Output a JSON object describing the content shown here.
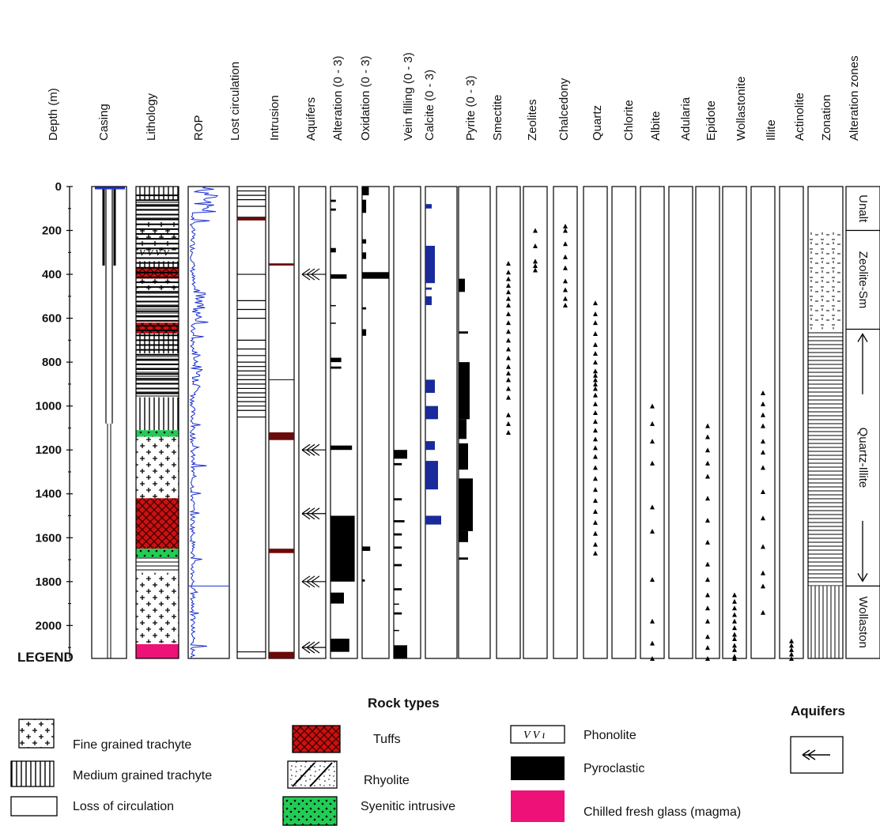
{
  "columns": [
    {
      "id": "depth",
      "label": "Depth (m)"
    },
    {
      "id": "casing",
      "label": "Casing"
    },
    {
      "id": "lithology",
      "label": "Lithology"
    },
    {
      "id": "rop",
      "label": "ROP"
    },
    {
      "id": "lost_circulation",
      "label": "Lost circulation"
    },
    {
      "id": "intrusion",
      "label": "Intrusion"
    },
    {
      "id": "aquifers",
      "label": "Aquifers"
    },
    {
      "id": "alteration",
      "label": "Alteration (0 - 3)"
    },
    {
      "id": "oxidation",
      "label": "Oxidation (0 - 3)"
    },
    {
      "id": "vein_filling",
      "label": "Vein filling (0 - 3)"
    },
    {
      "id": "calcite",
      "label": "Calcite (0 - 3)"
    },
    {
      "id": "pyrite",
      "label": "Pyrite (0 - 3)"
    },
    {
      "id": "smectite",
      "label": "Smectite"
    },
    {
      "id": "zeolites",
      "label": "Zeolites"
    },
    {
      "id": "chalcedony",
      "label": "Chalcedony"
    },
    {
      "id": "quartz",
      "label": "Quartz"
    },
    {
      "id": "chlorite",
      "label": "Chlorite"
    },
    {
      "id": "albite",
      "label": "Albite"
    },
    {
      "id": "adularia",
      "label": "Adularia"
    },
    {
      "id": "epidote",
      "label": "Epidote"
    },
    {
      "id": "wollastonite",
      "label": "Wollastonite"
    },
    {
      "id": "illite",
      "label": "Illite"
    },
    {
      "id": "actinolite",
      "label": "Actinolite"
    },
    {
      "id": "zonation",
      "label": "Zonation"
    },
    {
      "id": "alteration_zones",
      "label": "Alteration zones"
    }
  ],
  "depth_axis": {
    "min": 0,
    "max": 2150,
    "unit": "m",
    "ticks": [
      "0",
      "200",
      "400",
      "600",
      "800",
      "1000",
      "1200",
      "1400",
      "1600",
      "1800",
      "2000"
    ]
  },
  "alteration_zones": [
    {
      "label": "Unalt",
      "from": 0,
      "to": 200
    },
    {
      "label": "Zeolite-Sm",
      "from": 200,
      "to": 650
    },
    {
      "label": "Quartz-Illite",
      "from": 650,
      "to": 1820
    },
    {
      "label": "Wollaston",
      "from": 1820,
      "to": 2150
    }
  ],
  "minerals": {
    "smectite": [
      350,
      390,
      420,
      450,
      480,
      510,
      540,
      580,
      620,
      660,
      700,
      740,
      780,
      820,
      850,
      880,
      920,
      960,
      1040,
      1080,
      1120
    ],
    "zeolites": [
      200,
      270,
      340,
      360,
      380
    ],
    "chalcedony": [
      180,
      200,
      260,
      320,
      370,
      430,
      470,
      510,
      540
    ],
    "quartz": [
      530,
      580,
      620,
      670,
      720,
      760,
      800,
      840,
      860,
      880,
      900,
      920,
      950,
      990,
      1030,
      1070,
      1110,
      1150,
      1190,
      1230,
      1280,
      1330,
      1380,
      1430,
      1480,
      1530,
      1580,
      1630,
      1670
    ],
    "albite": [
      1000,
      1080,
      1160,
      1260,
      1460,
      1570,
      1790,
      1980,
      2080,
      2150
    ],
    "epidote": [
      1090,
      1140,
      1200,
      1260,
      1320,
      1420,
      1520,
      1620,
      1720,
      1790,
      1860,
      1920,
      1980,
      2050,
      2100,
      2150
    ],
    "wollastonite": [
      1860,
      1890,
      1920,
      1950,
      1980,
      2010,
      2040,
      2060,
      2090,
      2110,
      2140,
      2150
    ],
    "illite": [
      940,
      990,
      1040,
      1090,
      1160,
      1210,
      1280,
      1390,
      1510,
      1640,
      1760,
      1820,
      1940
    ],
    "actinolite": [
      2070,
      2090,
      2110,
      2130,
      2150
    ]
  },
  "legend": {
    "title": "LEGEND",
    "rock_types_title": "Rock types",
    "aquifers_title": "Aquifers",
    "items": {
      "fine_trachyte": "Fine grained trachyte",
      "medium_trachyte": "Medium grained trachyte",
      "loss_circulation": "Loss of circulation",
      "tuffs": "Tuffs",
      "rhyolite": "Rhyolite",
      "syenitic": "Syenitic intrusive",
      "phonolite": "Phonolite",
      "pyroclastic": "Pyroclastic",
      "chilled_glass": "Chilled fresh glass (magma)"
    }
  },
  "colors": {
    "tuff_red": "#cc1111",
    "syenite_green": "#22cc55",
    "glass_pink": "#ee1177",
    "rop_blue": "#1a2fd0",
    "calcite_blue": "#1a2a9a",
    "intrusion_maroon": "#6a0a0a"
  }
}
